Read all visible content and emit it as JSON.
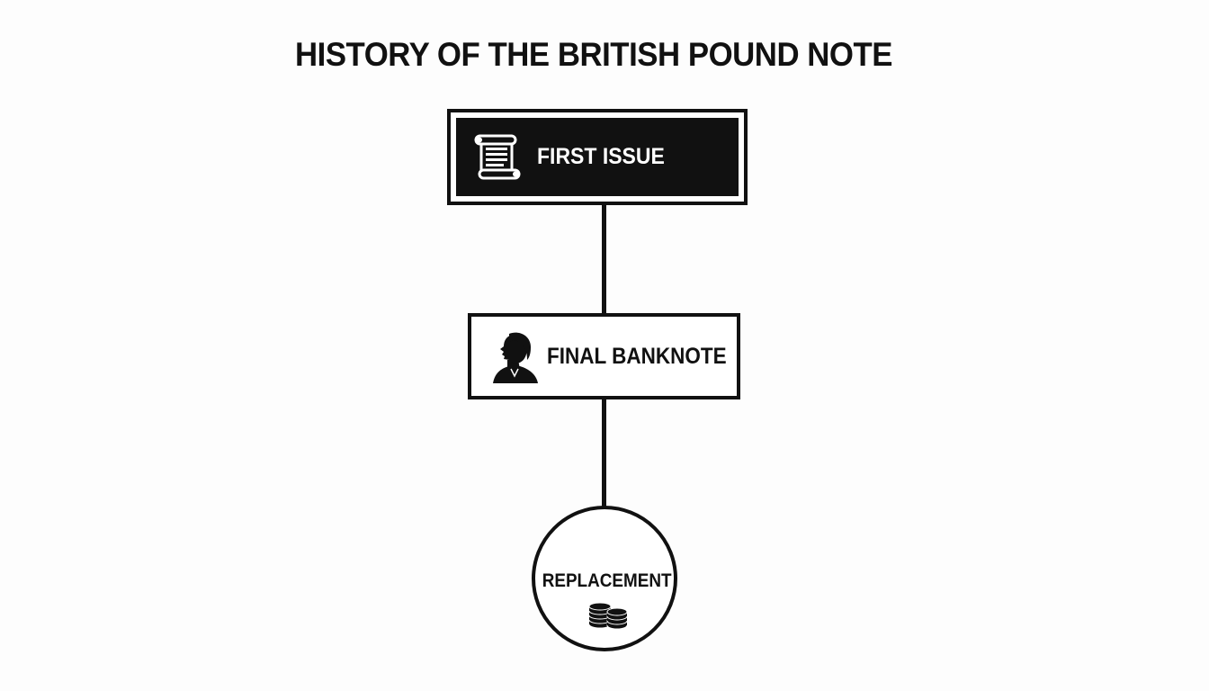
{
  "title": "HISTORY OF THE BRITISH POUND NOTE",
  "nodes": [
    {
      "label": "FIRST ISSUE",
      "icon": "scroll-document-icon"
    },
    {
      "label": "FINAL BANKNOTE",
      "icon": "portrait-silhouette-icon"
    },
    {
      "label": "REPLACEMENT",
      "icon": "coin-stacks-icon"
    }
  ],
  "colors": {
    "stroke": "#111111",
    "background": "#fdfdfd",
    "dark_fill": "#111111",
    "light_text": "#ffffff"
  }
}
